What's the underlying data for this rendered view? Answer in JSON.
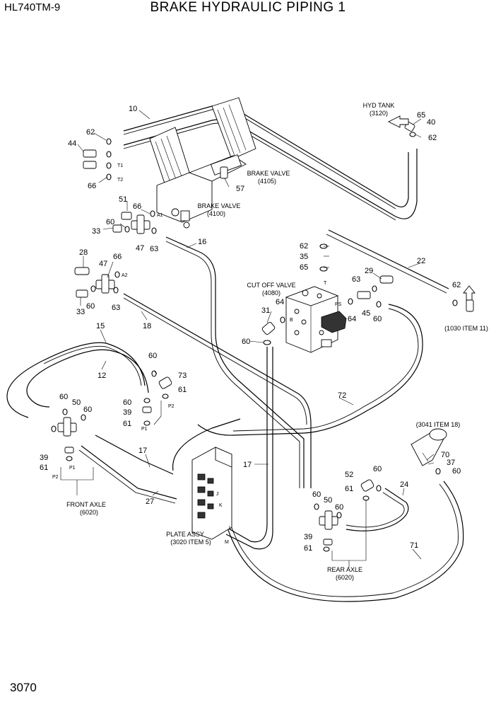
{
  "header": {
    "model": "HL740TM-9",
    "title": "BRAKE HYDRAULIC PIPING 1"
  },
  "footer": {
    "page_number": "3070"
  },
  "labels": {
    "hyd_tank": [
      "HYD  TANK",
      "(3120)"
    ],
    "brake_valve_upper": [
      "BRAKE VALVE",
      "(4105)"
    ],
    "brake_valve_lower": [
      "BRAKE VALVE",
      "(4100)"
    ],
    "cut_off_valve": [
      "CUT OFF VALVE",
      "(4080)"
    ],
    "item_1030": [
      "(1030 ITEM 11)"
    ],
    "item_3041": [
      "(3041 ITEM 18)"
    ],
    "front_axle": [
      "FRONT AXLE",
      "(6020)"
    ],
    "plate_assy": [
      "PLATE ASSY",
      "(3020 ITEM 5)"
    ],
    "rear_axle": [
      "REAR AXLE",
      "(6020)"
    ]
  },
  "port_labels": [
    "T1",
    "T2",
    "A1",
    "A2",
    "T",
    "PS",
    "B",
    "P2",
    "P1",
    "P2",
    "P1",
    "J",
    "K",
    "L",
    "M"
  ],
  "callouts": [
    "10",
    "62",
    "44",
    "66",
    "65",
    "40",
    "62",
    "57",
    "51",
    "66",
    "33",
    "60",
    "47",
    "63",
    "16",
    "28",
    "66",
    "47",
    "33",
    "60",
    "63",
    "18",
    "62",
    "35",
    "65",
    "22",
    "29",
    "63",
    "62",
    "64",
    "31",
    "60",
    "45",
    "64",
    "60",
    "15",
    "12",
    "60",
    "73",
    "61",
    "60",
    "39",
    "61",
    "60",
    "50",
    "60",
    "39",
    "61",
    "17",
    "27",
    "72",
    "17",
    "70",
    "37",
    "60",
    "52",
    "60",
    "61",
    "24",
    "60",
    "50",
    "60",
    "39",
    "61",
    "71"
  ]
}
